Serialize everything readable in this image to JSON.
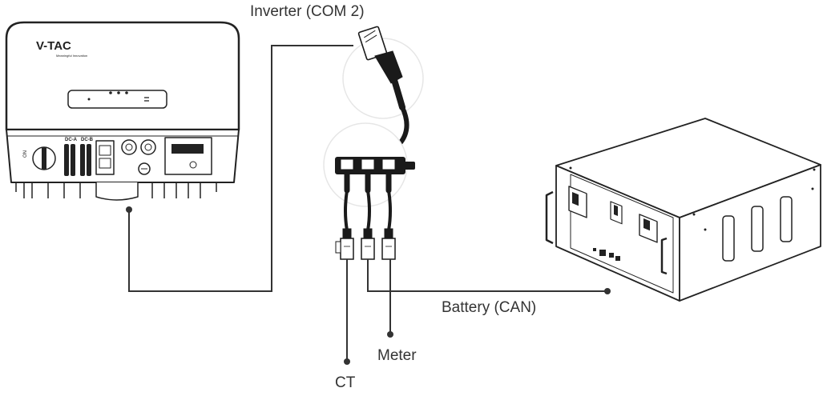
{
  "labels": {
    "inverter": "Inverter (COM 2)",
    "battery": "Battery (CAN)",
    "meter": "Meter",
    "ct": "CT"
  },
  "inverter_unit": {
    "brand": "V-TAC",
    "tagline": "Meaningful Innovation",
    "switch_label": "ON",
    "dc_a": "DC-A",
    "dc_b": "DC-B"
  },
  "colors": {
    "line": "#333333",
    "cable": "#1a1a1a",
    "outline": "#222222",
    "background": "#ffffff"
  }
}
